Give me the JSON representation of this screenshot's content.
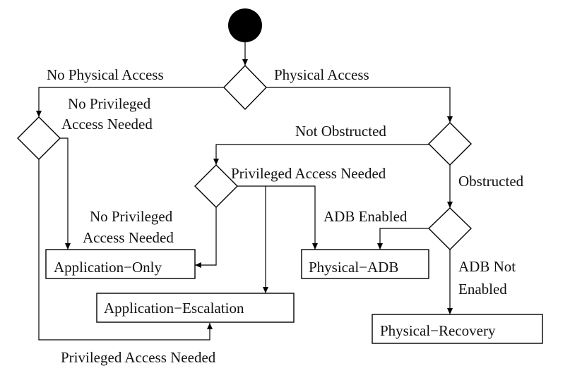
{
  "nodes": {
    "box_app_only": "Application−Only",
    "box_app_escalation": "Application−Escalation",
    "box_phys_adb": "Physical−ADB",
    "box_phys_recovery": "Physical−Recovery"
  },
  "edge_labels": {
    "no_physical_access": "No Physical Access",
    "physical_access": "Physical Access",
    "no_priv_needed_1_line1": "No Privileged",
    "no_priv_needed_1_line2": "Access Needed",
    "not_obstructed": "Not Obstructed",
    "priv_needed_top": "Privileged Access Needed",
    "obstructed": "Obstructed",
    "no_priv_needed_2_line1": "No Privileged",
    "no_priv_needed_2_line2": "Access Needed",
    "adb_enabled": "ADB Enabled",
    "adb_not_enabled_line1": "ADB Not",
    "adb_not_enabled_line2": "Enabled",
    "priv_needed_bottom": "Privileged Access Needed"
  }
}
